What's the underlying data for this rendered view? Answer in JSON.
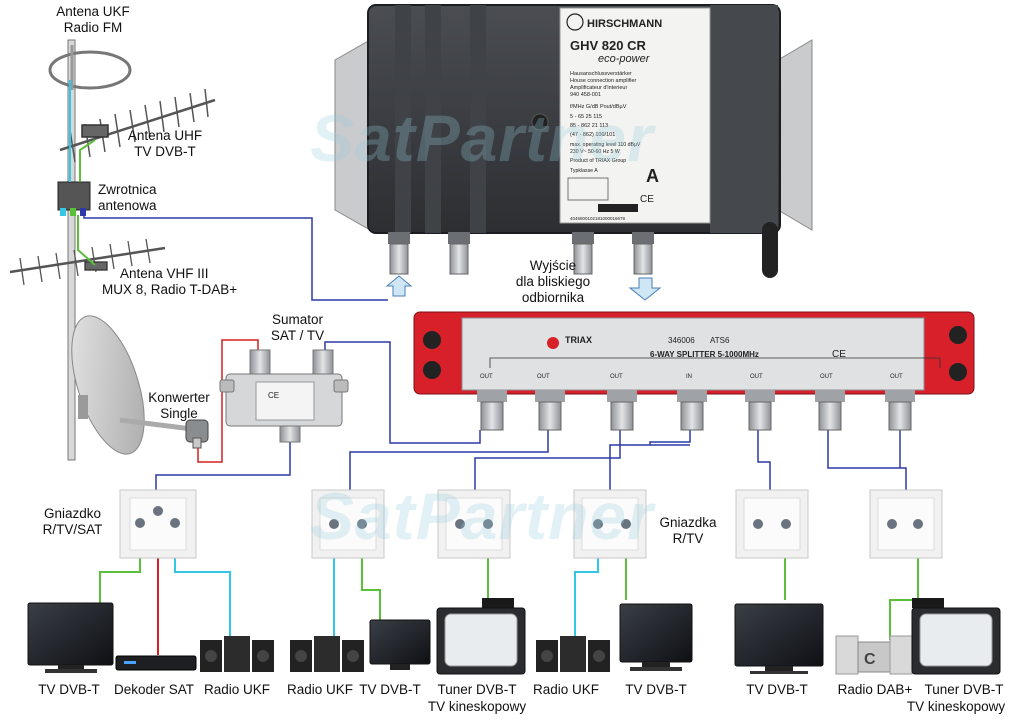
{
  "watermark": "SatPartner",
  "amplifier": {
    "brand": "HIRSCHMANN",
    "model": "GHV 820 CR",
    "series": "eco-power",
    "spec_lines": [
      "Hausanschlussverstärker",
      "House connection amplifier",
      "Amplificateur d'interieur",
      "940 458-001"
    ],
    "table_lines": [
      "f/MHz  G/dB  Pout/dBµV",
      "5 - 65    25    115",
      "85 - 862  21   113",
      "(47 - 862)      100/101"
    ],
    "footer_lines": [
      "max. operating level 110 dBµV",
      "230 V~ 50-60 Hz 5 W",
      "Product of TRIAX Group",
      "Typklasse A"
    ],
    "energy_class": "A",
    "ce_mark": "CE",
    "serial": "4046800102181000016678"
  },
  "splitter": {
    "brand": "TRIAX",
    "part_no": "346006",
    "model": "ATS6",
    "title": "6-WAY SPLITTER  5-1000MHz",
    "ce_mark": "CE",
    "out_label": "OUT",
    "in_label": "IN"
  },
  "combiner_label": "CE",
  "labels": {
    "antena_ukf": [
      "Antena UKF",
      "Radio FM"
    ],
    "antena_uhf": [
      "Antena UHF",
      "TV DVB-T"
    ],
    "zwrotnica": [
      "Zwrotnica",
      "antenowa"
    ],
    "antena_vhf": [
      "Antena VHF III",
      "MUX 8, Radio T-DAB+"
    ],
    "konwerter": [
      "Konwerter",
      "Single"
    ],
    "sumator": [
      "Sumator",
      "SAT / TV"
    ],
    "wyjscie": [
      "Wyjście",
      "dla bliskiego",
      "odbiornika"
    ],
    "gniazdko": [
      "Gniazdko",
      "R/TV/SAT"
    ],
    "gniazdka": [
      "Gniazdka",
      "R/TV"
    ]
  },
  "devices": [
    "TV DVB-T",
    "Dekoder SAT",
    "Radio UKF",
    "Radio UKF",
    "TV DVB-T",
    "Tuner DVB-T",
    "TV kineskopowy",
    "Radio UKF",
    "TV DVB-T",
    "TV DVB-T",
    "Radio DAB+",
    "Tuner DVB-T",
    "TV kineskopowy"
  ],
  "colors": {
    "coax_blue": "#2b3aa8",
    "cable_red": "#d42020",
    "cable_green": "#5bbf3a",
    "cable_cyan": "#35c6e6",
    "amp_body": "#3c3f44",
    "splitter_red": "#d8202a",
    "connector": "#b9bcc0"
  }
}
